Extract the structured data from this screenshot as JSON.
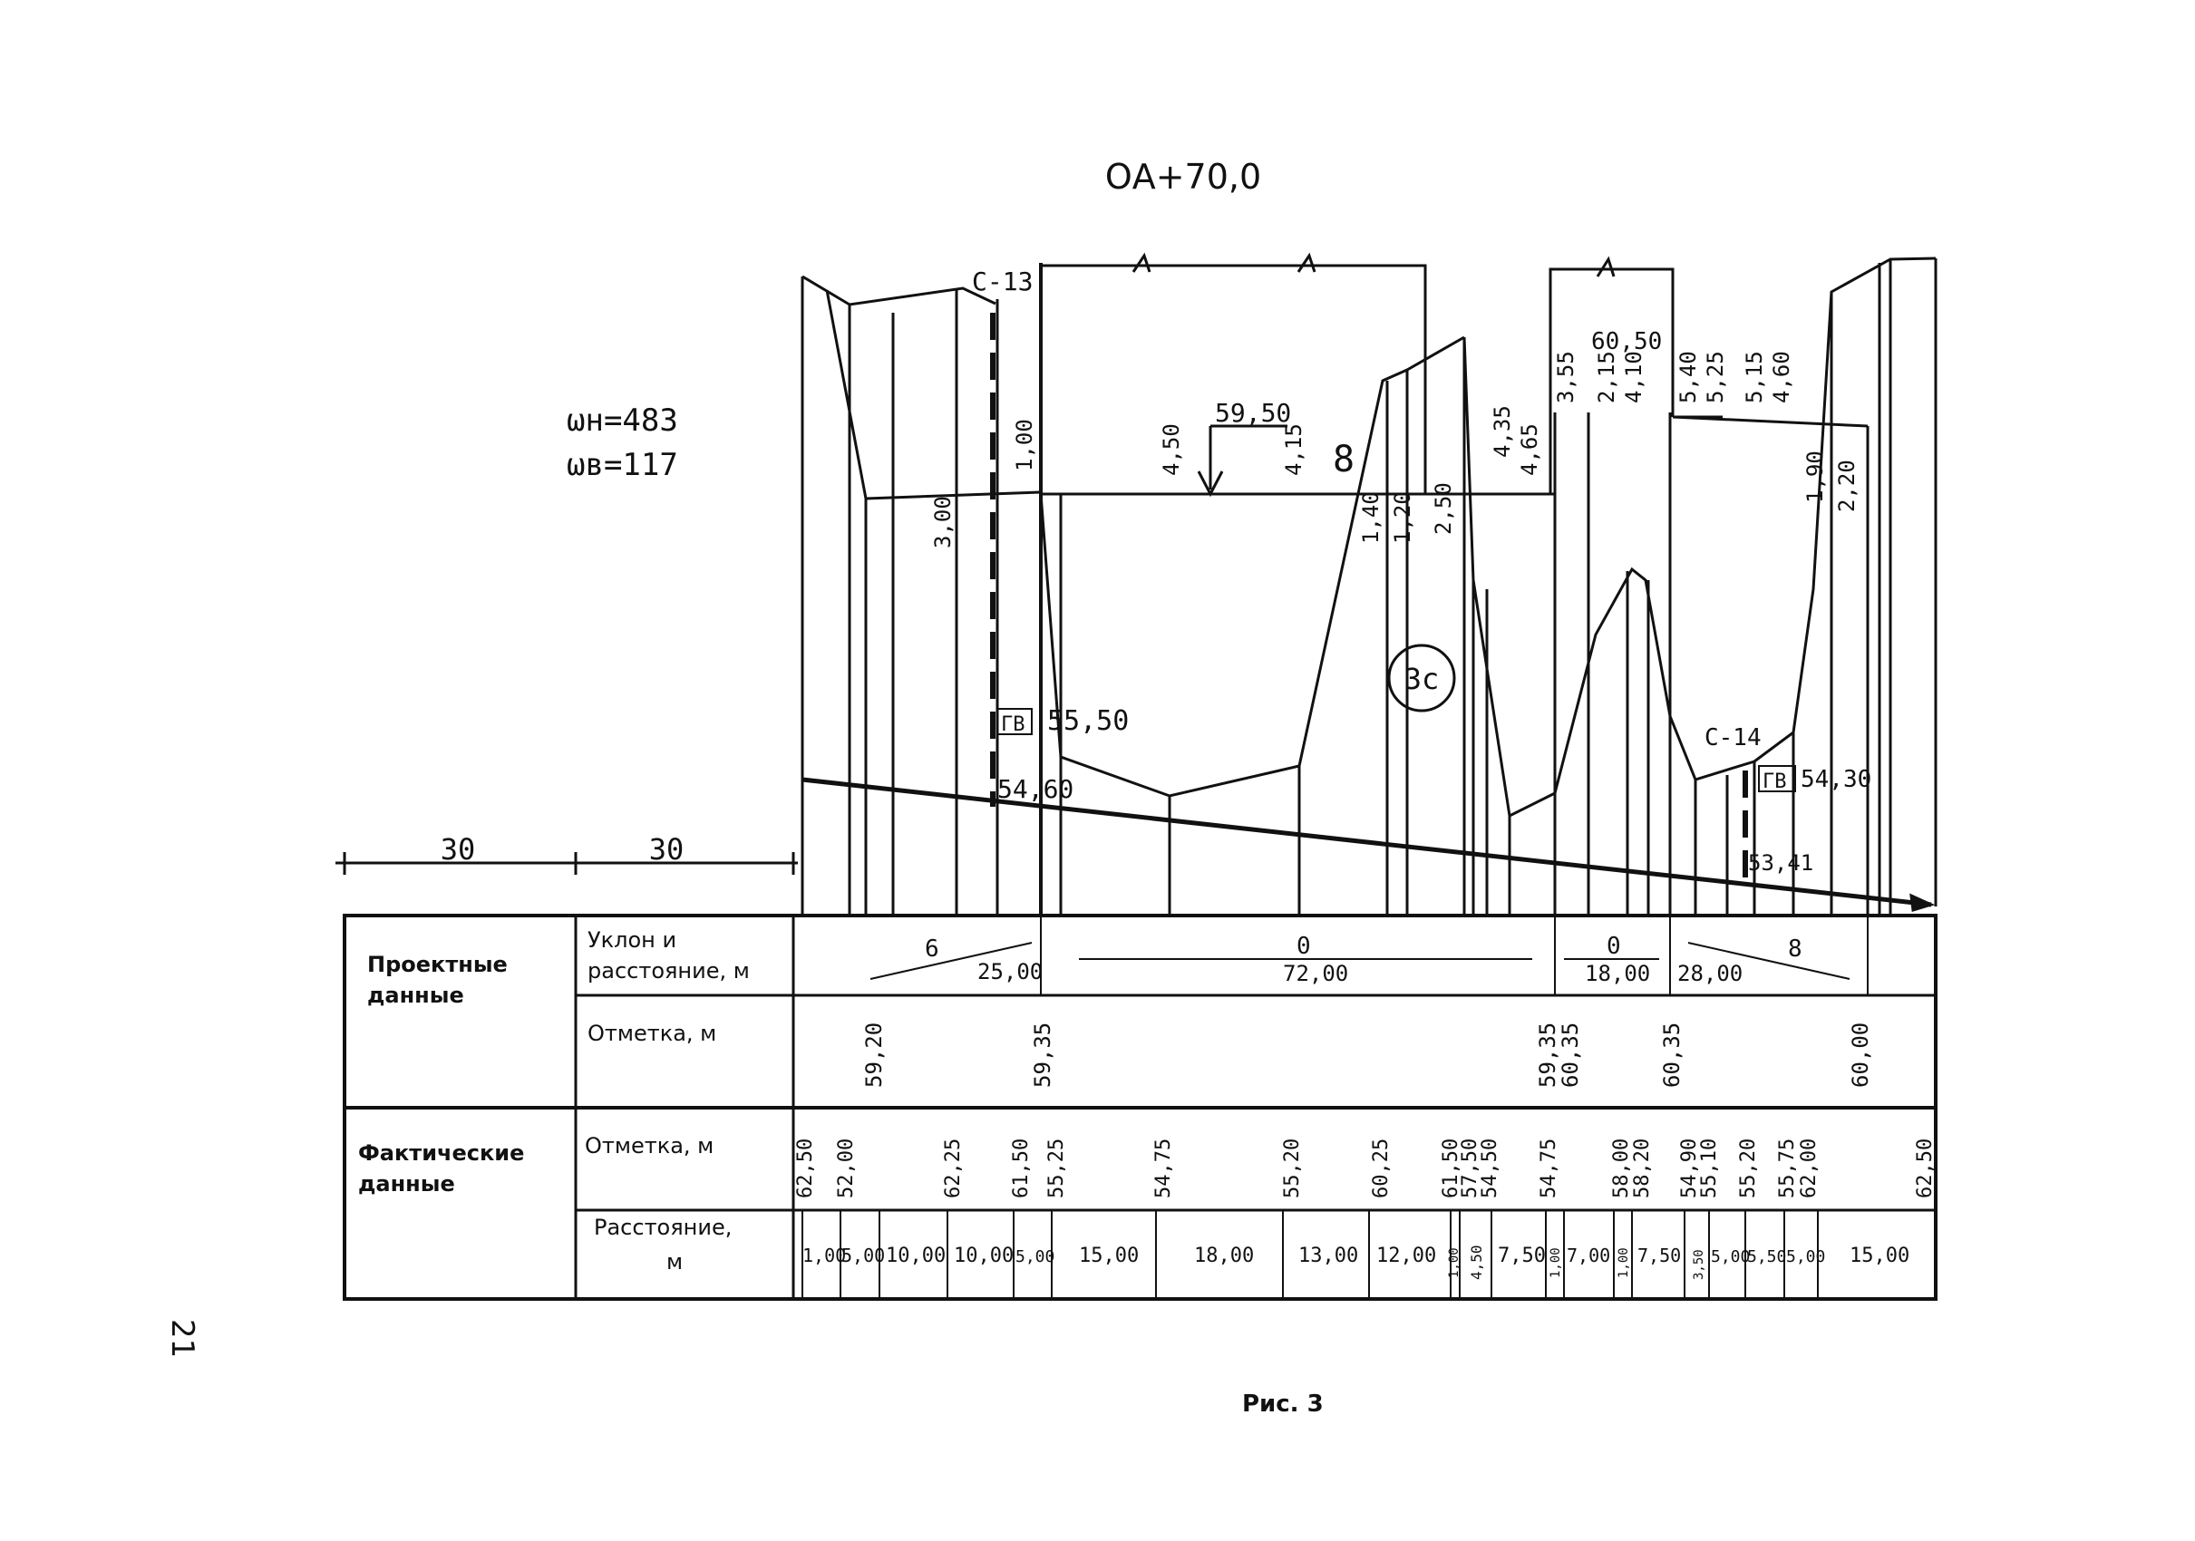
{
  "title": "ОА+70,0",
  "omega_n": "ωн=483",
  "omega_v": "ωв=117",
  "page_number": "21",
  "caption": "Рис. 3",
  "top_dims": {
    "left_width": "30",
    "right_width": "30"
  },
  "labels": {
    "c13": "С-13",
    "c14": "С-14",
    "gv_left": "ГВ",
    "gv_left_value": "55,50",
    "gv_left_low": "54,60",
    "gv_right": "ГВ",
    "gv_right_value": "54,30",
    "gv_right_low": "53,41",
    "water_level": "59,50",
    "soil_number": "8",
    "soil_circle": "3с",
    "top_right_level": "60,50"
  },
  "dims": {
    "d300": "3,00",
    "d100": "1,00",
    "d450": "4,50",
    "d415": "4,15",
    "d140": "1,40",
    "d120": "1,20",
    "d250": "2,50",
    "d435": "4,35",
    "d465": "4,65",
    "d355": "3,55",
    "d215": "2,15",
    "d410": "4,10",
    "d540": "5,40",
    "d525": "5,25",
    "d515": "5,15",
    "d460": "4,60",
    "d190": "1,90",
    "d220": "2,20"
  },
  "table": {
    "group_design": "Проектные данные",
    "group_actual": "Фактические данные",
    "row_slope": "Уклон и расстояние, м",
    "row_design_elev": "Отметка, м",
    "row_actual_elev": "Отметка, м",
    "row_distance": "Расстояние, м",
    "slope_cells": [
      {
        "slope": "6",
        "length": "25,00"
      },
      {
        "slope": "0",
        "length": "72,00"
      },
      {
        "slope": "0",
        "length": "18,00"
      },
      {
        "slope": "8",
        "length": "28,00"
      }
    ],
    "design_elevations": [
      "59,20",
      "59,35",
      "59,35",
      "60,35",
      "60,35",
      "60,00"
    ],
    "actual_elevations": [
      "62,50",
      "52,00",
      "62,25",
      "61,50",
      "55,25",
      "54,75",
      "55,20",
      "60,25",
      "61,50",
      "57,50",
      "54,50",
      "54,75",
      "58,00",
      "58,20",
      "54,90",
      "55,10",
      "55,20",
      "55,75",
      "62,00",
      "62,50"
    ],
    "distances": [
      "1,00",
      "5,00",
      "10,00",
      "10,00",
      "5,00",
      "15,00",
      "18,00",
      "13,00",
      "12,00",
      "1,00",
      "4,50",
      "7,50",
      "1,00",
      "7,00",
      "1,00",
      "7,50",
      "3,50",
      "5,00",
      "5,50",
      "5,00",
      "15,00"
    ]
  }
}
